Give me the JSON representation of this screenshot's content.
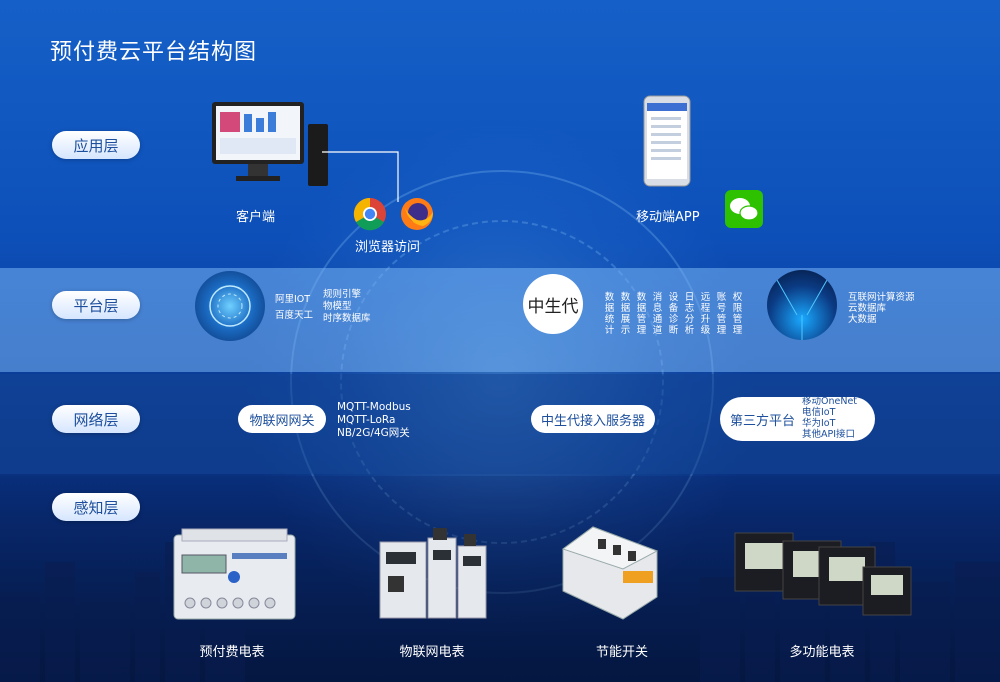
{
  "title": "预付费云平台结构图",
  "layers": {
    "application": "应用层",
    "platform": "平台层",
    "network": "网络层",
    "perception": "感知层"
  },
  "application": {
    "client_label": "客户端",
    "browser_label": "浏览器访问",
    "mobile_label": "移动端APP",
    "icons": [
      "desktop-computer",
      "chrome",
      "firefox",
      "smartphone",
      "wechat"
    ]
  },
  "platform": {
    "cloud_left": [
      "阿里IOT",
      "百度天工"
    ],
    "cloud_right": [
      "规则引擎",
      "物模型",
      "时序数据库"
    ],
    "brand": "中生代",
    "modules": [
      "数据统计",
      "数据展示",
      "数据管理",
      "消息通道",
      "设备诊断",
      "日志分析",
      "远程升级",
      "账号管理",
      "权限管理"
    ],
    "third_party": [
      "互联网计算资源",
      "云数据库",
      "大数据"
    ]
  },
  "network": {
    "gateway": "物联网网关",
    "protocols": [
      "MQTT-Modbus",
      "MQTT-LoRa",
      "NB/2G/4G网关"
    ],
    "server": "中生代接入服务器",
    "third_platform": "第三方平台",
    "third_list": [
      "移动OneNet",
      "电信IoT",
      "华为IoT",
      "其他API接口"
    ]
  },
  "perception": {
    "devices": [
      "预付费电表",
      "物联网电表",
      "节能开关",
      "多功能电表"
    ]
  },
  "colors": {
    "accent": "#1d4f9c",
    "band_platform": "#8ab8f0",
    "background": "#0d4fb8"
  }
}
